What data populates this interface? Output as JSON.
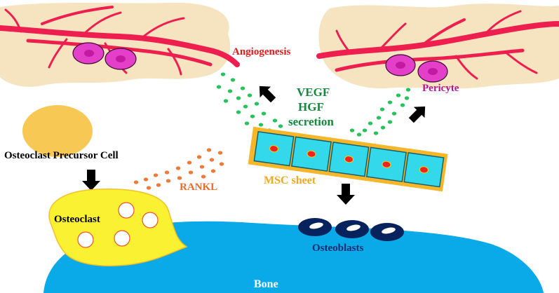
{
  "labels": {
    "angiogenesis": "Angiogenesis",
    "pericyte": "Pericyte",
    "factor1": "VEGF",
    "factor2": "HGF",
    "factor3": "secretion",
    "precursor": "Osteoclast Precursor Cell",
    "rankl": "RANKL",
    "msc_sheet": "MSC sheet",
    "osteoclast": "Osteoclast",
    "osteoblasts": "Osteoblasts",
    "bone": "Bone"
  },
  "colors": {
    "tissue": "#f6e3c0",
    "vessel": "#ee1f4f",
    "pericyte_cell": "#e43fc9",
    "pericyte_nucleus": "#c21aa1",
    "angiogenesis_text": "#e31b1b",
    "pericyte_text": "#b0179a",
    "secretion_dots": "#26c25a",
    "secretion_text": "#13893a",
    "rankl_dots": "#ee7a3a",
    "rankl_text": "#ee6a2a",
    "precursor_fill": "#f7c954",
    "osteoclast_fill": "#fbf133",
    "osteoclast_edge": "#f2c126",
    "osteoclast_nucleus_edge": "#f2522e",
    "msc_frame": "#f5b62a",
    "msc_cell": "#33d8ea",
    "msc_nucleus": "#ee2222",
    "msc_text": "#f0a820",
    "osteoblast": "#07235e",
    "osteoblast_text": "#0f2a6e",
    "bone": "#0aaae8",
    "bone_text": "#ffffff"
  }
}
